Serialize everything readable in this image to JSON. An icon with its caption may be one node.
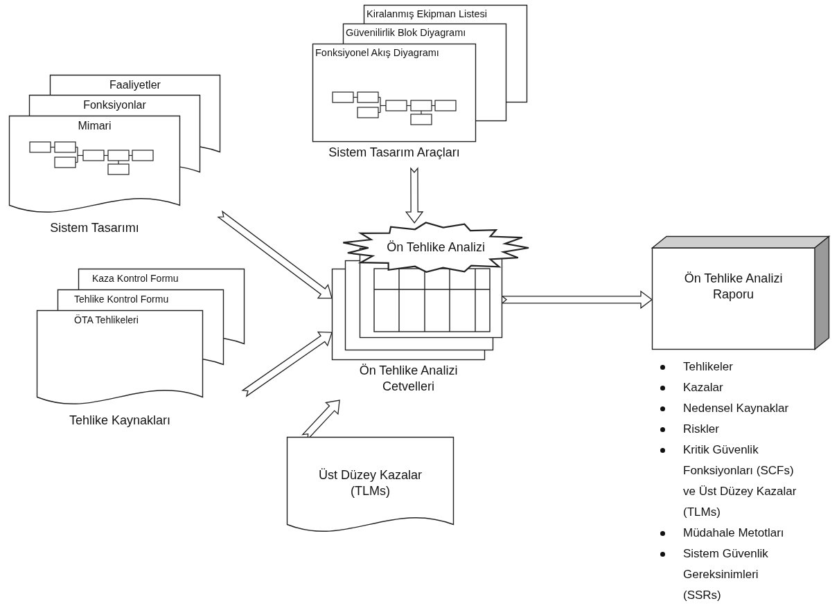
{
  "diagram": {
    "nodes": [
      {
        "text": [
          "Faaliyetler",
          "Fonksiyonlar",
          "Mimari",
          "Sistem Tasarımı"
        ]
      },
      {
        "text": [
          "Kiralanmış Ekipman Listesi",
          "Güvenilirlik Blok Diyagramı",
          "Fonksiyonel Akış Diyagramı",
          "Sistem Tasarım Araçları"
        ]
      },
      {
        "text": [
          "Kaza Kontrol Formu",
          "Tehlike Kontrol Formu",
          "ÖTA Tehlikeleri",
          "Tehlike Kaynakları"
        ]
      },
      {
        "text": [
          "Ön Tehlike Analizi Cetvelleri"
        ]
      },
      {
        "text": [
          "Ön Tehlike Analizi"
        ]
      },
      {
        "text": [
          "Üst Düzey Kazalar (TLMs)"
        ]
      },
      {
        "text": [
          "Ön Tehlike Analizi Raporu"
        ],
        "beside": [
          "Tehlikeler",
          "Kazalar",
          "Nedensel Kaynaklar",
          "Riskler",
          "Kritik Güvenlik Fonksiyonları (SCFs) ve Üst Düzey Kazalar (TLMs)",
          "Müdahale Metotları",
          "Sistem Güvenlik Gereksinimleri (SSRs)"
        ]
      }
    ],
    "edges": [
      {
        "from": 0,
        "to": 3,
        "arrow": "to"
      },
      {
        "from": 1,
        "to": 4,
        "arrow": "to"
      },
      {
        "from": 2,
        "to": 3,
        "arrow": "to"
      },
      {
        "from": 5,
        "to": 3,
        "arrow": "to"
      },
      {
        "from": 3,
        "to": 6,
        "arrow": "to"
      }
    ]
  }
}
